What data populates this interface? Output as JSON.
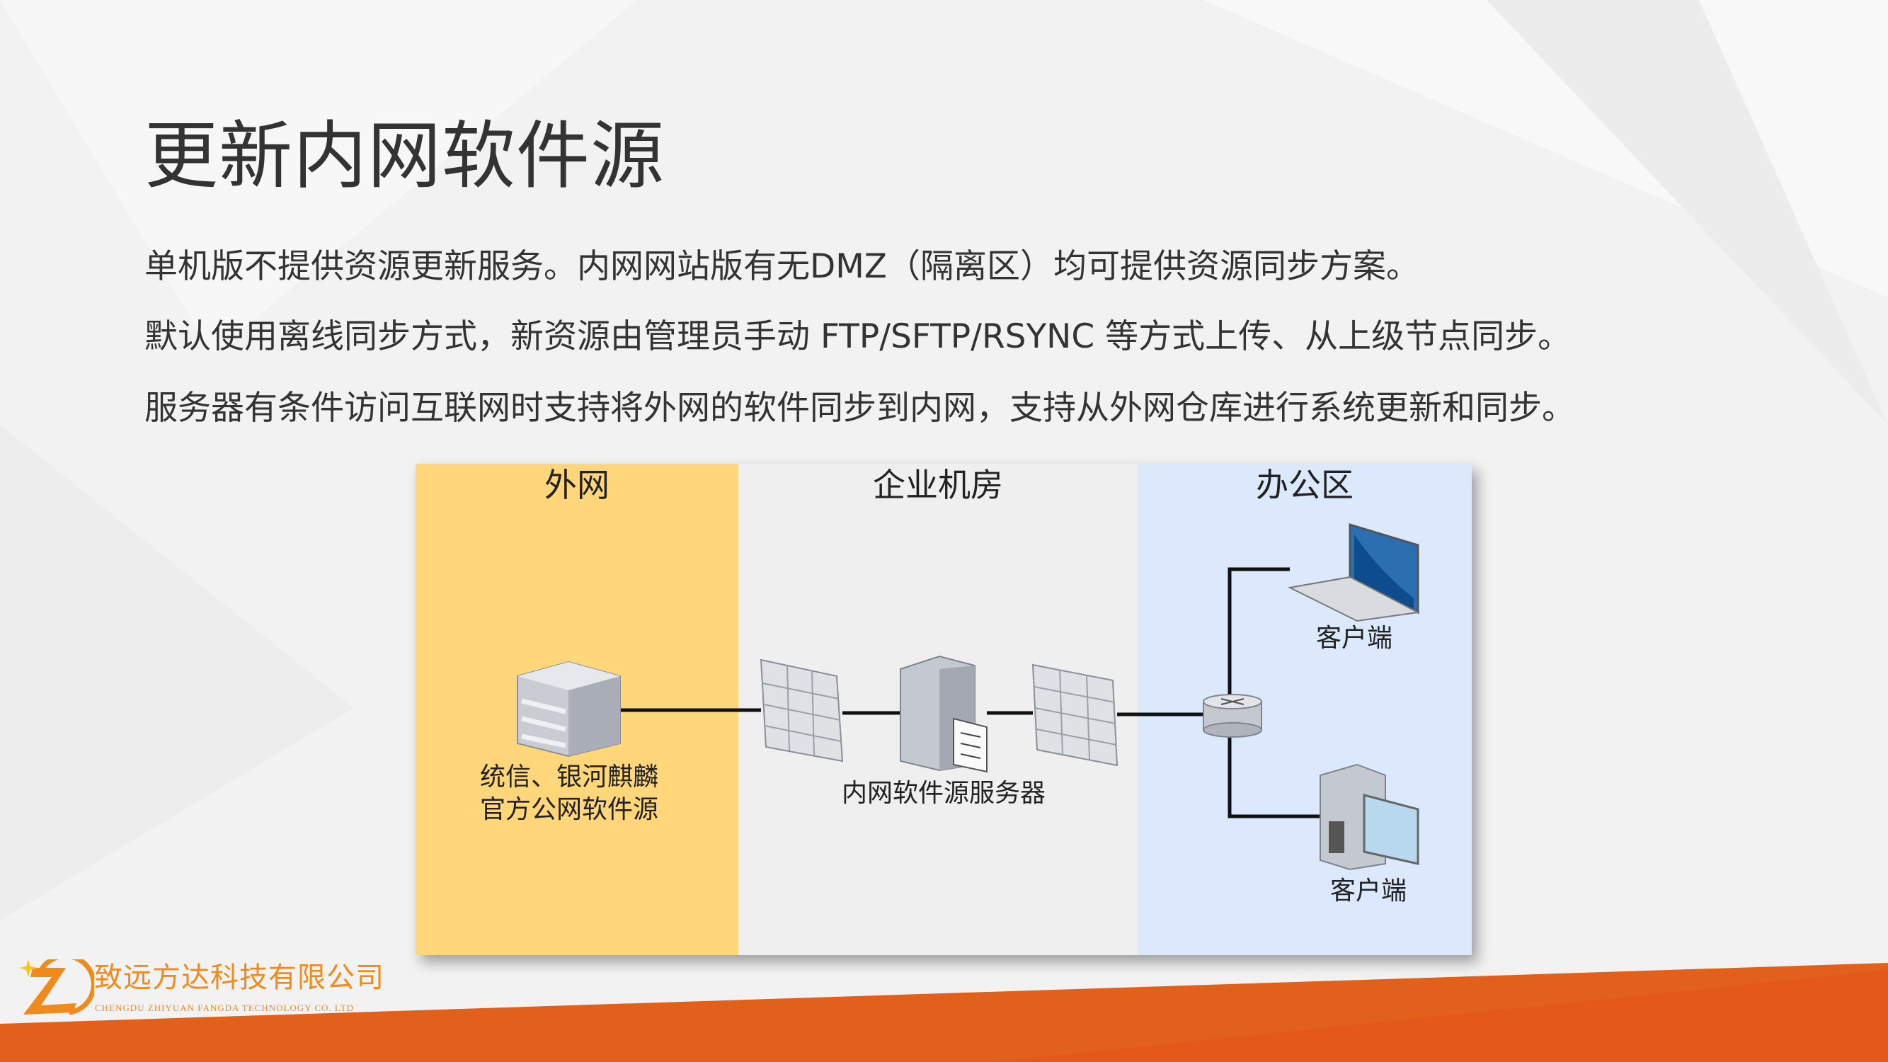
{
  "slide": {
    "title": "更新内网软件源",
    "paragraphs": [
      "单机版不提供资源更新服务。内网网站版有无DMZ（隔离区）均可提供资源同步方案。",
      "默认使用离线同步方式，新资源由管理员手动 FTP/SFTP/RSYNC 等方式上传、从上级节点同步。",
      "服务器有条件访问互联网时支持将外网的软件同步到内网，支持从外网仓库进行系统更新和同步。"
    ]
  },
  "diagram": {
    "zones": [
      {
        "label": "外网",
        "color": "#ffd679"
      },
      {
        "label": "企业机房",
        "color": "#efefef"
      },
      {
        "label": "办公区",
        "color": "#dce8fb"
      }
    ],
    "nodes": {
      "external_source_line1": "统信、银河麒麟",
      "external_source_line2": "官方公网软件源",
      "intranet_server": "内网软件源服务器",
      "client_laptop": "客户端",
      "client_desktop": "客户端"
    }
  },
  "footer": {
    "company_cn": "致远方达科技有限公司",
    "company_en": "CHENGDU  ZHIYUAN  FANGDA  TECHNOLOGY  CO. LTD",
    "accent": "#e0601c"
  }
}
